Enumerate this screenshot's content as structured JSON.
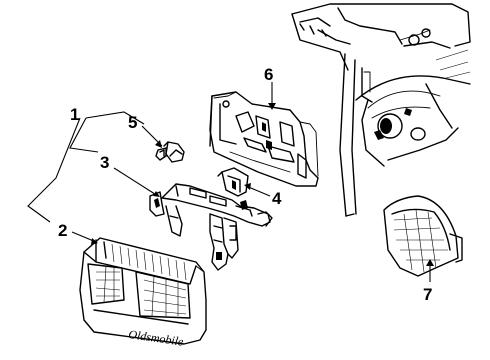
{
  "callouts": {
    "c1": "1",
    "c2": "2",
    "c3": "3",
    "c4": "4",
    "c5": "5",
    "c6": "6",
    "c7": "7"
  },
  "lens_brand_text": "Oldsmobile",
  "colors": {
    "ink": "#000000",
    "paper": "#ffffff"
  }
}
